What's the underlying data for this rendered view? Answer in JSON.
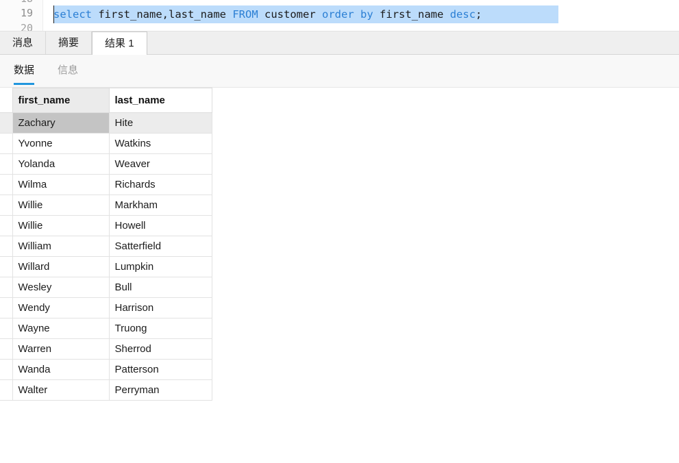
{
  "editor": {
    "line_numbers": {
      "previous": "18",
      "current": "19",
      "next": "20"
    },
    "sql_tokens": [
      {
        "text": "select",
        "type": "keyword"
      },
      {
        "text": " ",
        "type": "plain"
      },
      {
        "text": "first_name,last_name",
        "type": "identifier"
      },
      {
        "text": " ",
        "type": "plain"
      },
      {
        "text": "FROM",
        "type": "keyword"
      },
      {
        "text": " ",
        "type": "plain"
      },
      {
        "text": "customer",
        "type": "identifier"
      },
      {
        "text": " ",
        "type": "plain"
      },
      {
        "text": "order",
        "type": "keyword"
      },
      {
        "text": " ",
        "type": "plain"
      },
      {
        "text": "by",
        "type": "keyword"
      },
      {
        "text": " ",
        "type": "plain"
      },
      {
        "text": "first_name",
        "type": "identifier"
      },
      {
        "text": " ",
        "type": "plain"
      },
      {
        "text": "desc",
        "type": "keyword"
      },
      {
        "text": ";",
        "type": "punctuation"
      }
    ],
    "sql_text": "select first_name,last_name FROM customer order by first_name desc;",
    "selection_color": "#bcdcfb",
    "keyword_color": "#2b7fd4",
    "identifier_color": "#1b1b1b"
  },
  "result_tabs": {
    "items": [
      {
        "label": "消息",
        "active": false
      },
      {
        "label": "摘要",
        "active": false
      },
      {
        "label": "结果 1",
        "active": true
      }
    ]
  },
  "sub_tabs": {
    "items": [
      {
        "label": "数据",
        "active": true
      },
      {
        "label": "信息",
        "active": false
      }
    ],
    "active_underline_color": "#2196de"
  },
  "grid": {
    "columns": [
      "first_name",
      "last_name"
    ],
    "selected_row_index": 0,
    "selected_row_color": "#c4c4c4",
    "rows": [
      {
        "first_name": "Zachary",
        "last_name": "Hite"
      },
      {
        "first_name": "Yvonne",
        "last_name": "Watkins"
      },
      {
        "first_name": "Yolanda",
        "last_name": "Weaver"
      },
      {
        "first_name": "Wilma",
        "last_name": "Richards"
      },
      {
        "first_name": "Willie",
        "last_name": "Markham"
      },
      {
        "first_name": "Willie",
        "last_name": "Howell"
      },
      {
        "first_name": "William",
        "last_name": "Satterfield"
      },
      {
        "first_name": "Willard",
        "last_name": "Lumpkin"
      },
      {
        "first_name": "Wesley",
        "last_name": "Bull"
      },
      {
        "first_name": "Wendy",
        "last_name": "Harrison"
      },
      {
        "first_name": "Wayne",
        "last_name": "Truong"
      },
      {
        "first_name": "Warren",
        "last_name": "Sherrod"
      },
      {
        "first_name": "Wanda",
        "last_name": "Patterson"
      },
      {
        "first_name": "Walter",
        "last_name": "Perryman"
      }
    ]
  }
}
